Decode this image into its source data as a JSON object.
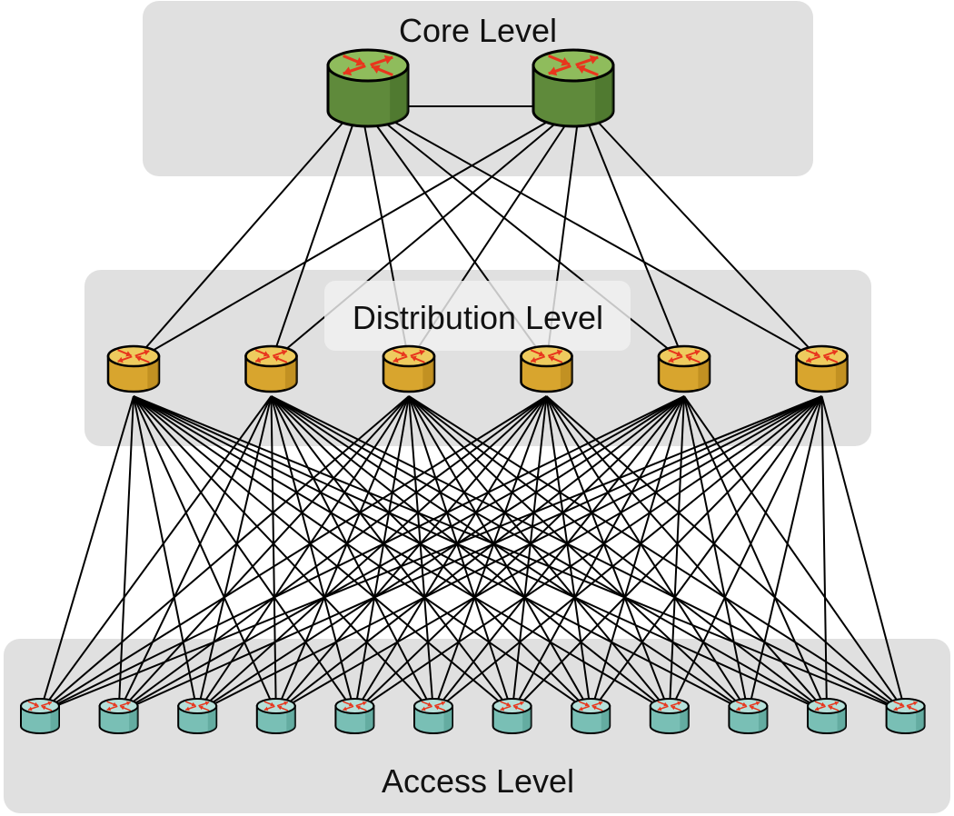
{
  "tiers": {
    "core": {
      "label": "Core Level",
      "router_count": 2,
      "colors": {
        "side": "#5f8a3b",
        "top": "#8fbc5c",
        "dark": "#3f6624"
      }
    },
    "distribution": {
      "label": "Distribution Level",
      "router_count": 6,
      "colors": {
        "side": "#d8a52e",
        "top": "#eecb5e",
        "dark": "#a87a14"
      }
    },
    "access": {
      "label": "Access Level",
      "router_count": 12,
      "colors": {
        "side": "#79bfb5",
        "top": "#b6e0d9",
        "dark": "#4c9489"
      }
    }
  },
  "core_interlink": true,
  "topology": "full-mesh between adjacent tiers",
  "colors": {
    "panel": "#e0e0e0",
    "label_plate": "#f0f0f0",
    "link": "#000000",
    "arrow": "#e8361d"
  },
  "icons": {
    "router": "router-icon"
  }
}
